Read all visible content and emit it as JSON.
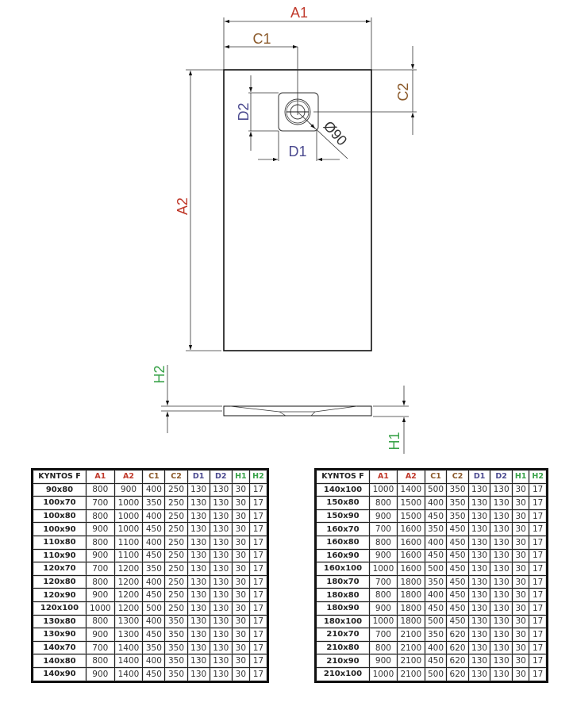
{
  "drawing": {
    "top_view": {
      "labels": {
        "A1": "A1",
        "A2": "A2",
        "C1": "C1",
        "C2": "C2",
        "D1": "D1",
        "D2": "D2",
        "diameter": "Ø90"
      }
    },
    "side_view": {
      "labels": {
        "H1": "H1",
        "H2": "H2"
      }
    },
    "label_colors": {
      "A": "#c0392b",
      "C": "#8b5a2b",
      "D": "#4b4a8f",
      "H": "#3aa34a",
      "diameter": "#333333"
    }
  },
  "tables": {
    "headers": [
      "KYNTOS F",
      "A1",
      "A2",
      "C1",
      "C2",
      "D1",
      "D2",
      "H1",
      "H2"
    ],
    "left": [
      [
        "90x80",
        "800",
        "900",
        "400",
        "250",
        "130",
        "130",
        "30",
        "17"
      ],
      [
        "100x70",
        "700",
        "1000",
        "350",
        "250",
        "130",
        "130",
        "30",
        "17"
      ],
      [
        "100x80",
        "800",
        "1000",
        "400",
        "250",
        "130",
        "130",
        "30",
        "17"
      ],
      [
        "100x90",
        "900",
        "1000",
        "450",
        "250",
        "130",
        "130",
        "30",
        "17"
      ],
      [
        "110x80",
        "800",
        "1100",
        "400",
        "250",
        "130",
        "130",
        "30",
        "17"
      ],
      [
        "110x90",
        "900",
        "1100",
        "450",
        "250",
        "130",
        "130",
        "30",
        "17"
      ],
      [
        "120x70",
        "700",
        "1200",
        "350",
        "250",
        "130",
        "130",
        "30",
        "17"
      ],
      [
        "120x80",
        "800",
        "1200",
        "400",
        "250",
        "130",
        "130",
        "30",
        "17"
      ],
      [
        "120x90",
        "900",
        "1200",
        "450",
        "250",
        "130",
        "130",
        "30",
        "17"
      ],
      [
        "120x100",
        "1000",
        "1200",
        "500",
        "250",
        "130",
        "130",
        "30",
        "17"
      ],
      [
        "130x80",
        "800",
        "1300",
        "400",
        "350",
        "130",
        "130",
        "30",
        "17"
      ],
      [
        "130x90",
        "900",
        "1300",
        "450",
        "350",
        "130",
        "130",
        "30",
        "17"
      ],
      [
        "140x70",
        "700",
        "1400",
        "350",
        "350",
        "130",
        "130",
        "30",
        "17"
      ],
      [
        "140x80",
        "800",
        "1400",
        "400",
        "350",
        "130",
        "130",
        "30",
        "17"
      ],
      [
        "140x90",
        "900",
        "1400",
        "450",
        "350",
        "130",
        "130",
        "30",
        "17"
      ]
    ],
    "right": [
      [
        "140x100",
        "1000",
        "1400",
        "500",
        "350",
        "130",
        "130",
        "30",
        "17"
      ],
      [
        "150x80",
        "800",
        "1500",
        "400",
        "350",
        "130",
        "130",
        "30",
        "17"
      ],
      [
        "150x90",
        "900",
        "1500",
        "450",
        "350",
        "130",
        "130",
        "30",
        "17"
      ],
      [
        "160x70",
        "700",
        "1600",
        "350",
        "450",
        "130",
        "130",
        "30",
        "17"
      ],
      [
        "160x80",
        "800",
        "1600",
        "400",
        "450",
        "130",
        "130",
        "30",
        "17"
      ],
      [
        "160x90",
        "900",
        "1600",
        "450",
        "450",
        "130",
        "130",
        "30",
        "17"
      ],
      [
        "160x100",
        "1000",
        "1600",
        "500",
        "450",
        "130",
        "130",
        "30",
        "17"
      ],
      [
        "180x70",
        "700",
        "1800",
        "350",
        "450",
        "130",
        "130",
        "30",
        "17"
      ],
      [
        "180x80",
        "800",
        "1800",
        "400",
        "450",
        "130",
        "130",
        "30",
        "17"
      ],
      [
        "180x90",
        "900",
        "1800",
        "450",
        "450",
        "130",
        "130",
        "30",
        "17"
      ],
      [
        "180x100",
        "1000",
        "1800",
        "500",
        "450",
        "130",
        "130",
        "30",
        "17"
      ],
      [
        "210x70",
        "700",
        "2100",
        "350",
        "620",
        "130",
        "130",
        "30",
        "17"
      ],
      [
        "210x80",
        "800",
        "2100",
        "400",
        "620",
        "130",
        "130",
        "30",
        "17"
      ],
      [
        "210x90",
        "900",
        "2100",
        "450",
        "620",
        "130",
        "130",
        "30",
        "17"
      ],
      [
        "210x100",
        "1000",
        "2100",
        "500",
        "620",
        "130",
        "130",
        "30",
        "17"
      ]
    ]
  }
}
